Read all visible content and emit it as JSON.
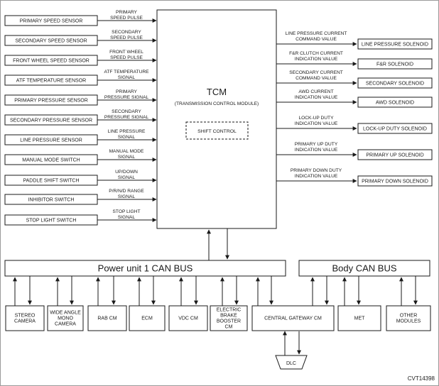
{
  "tcm": {
    "title": "TCM",
    "subtitle": "(TRANSMISSION CONTROL MODULE)",
    "inner": "SHIFT CONTROL"
  },
  "inputs": [
    {
      "box": "PRIMARY SPEED SENSOR",
      "signal": [
        "PRIMARY",
        "SPEED PULSE"
      ]
    },
    {
      "box": "SECONDARY SPEED SENSOR",
      "signal": [
        "SECONDARY",
        "SPEED PULSE"
      ]
    },
    {
      "box": "FRONT WHEEL SPEED SENSOR",
      "signal": [
        "FRONT WHEEL",
        "SPEED PULSE"
      ]
    },
    {
      "box": "ATF TEMPERATURE SENSOR",
      "signal": [
        "ATF TEMPERATURE",
        "SIGNAL"
      ]
    },
    {
      "box": "PRIMARY PRESSURE SENSOR",
      "signal": [
        "PRIMARY",
        "PRESSURE SIGNAL"
      ]
    },
    {
      "box": "SECONDARY PRESSURE SENSOR",
      "signal": [
        "SECONDARY",
        "PRESSURE SIGNAL"
      ]
    },
    {
      "box": "LINE PRESSURE SENSOR",
      "signal": [
        "LINE PRESSURE",
        "SIGNAL"
      ]
    },
    {
      "box": "MANUAL MODE SWITCH",
      "signal": [
        "MANUAL MODE",
        "SIGNAL"
      ]
    },
    {
      "box": "PADDLE SHIFT SWITCH",
      "signal": [
        "UP/DOWN",
        "SIGNAL"
      ]
    },
    {
      "box": "INHIBITOR SWITCH",
      "signal": [
        "P/R/N/D RANGE",
        "SIGNAL"
      ]
    },
    {
      "box": "STOP LIGHT SWITCH",
      "signal": [
        "STOP LIGHT",
        "SIGNAL"
      ]
    }
  ],
  "outputs": [
    {
      "box": "LINE PRESSURE SOLENOID",
      "signal": [
        "LINE PRESSURE CURRENT",
        "COMMAND VALUE"
      ]
    },
    {
      "box": "F&R SOLENOID",
      "signal": [
        "F&R CLUTCH CURRENT",
        "INDICATION VALUE"
      ]
    },
    {
      "box": "SECONDARY SOLENOID",
      "signal": [
        "SECONDARY CURRENT",
        "COMMAND VALUE"
      ]
    },
    {
      "box": "AWD SOLENOID",
      "signal": [
        "AWD CURRENT",
        "INDICATION VALUE"
      ]
    },
    {
      "box": "LOCK-UP DUTY SOLENOID",
      "signal": [
        "LOCK-UP DUTY",
        "INDICATION VALUE"
      ]
    },
    {
      "box": "PRIMARY UP SOLENOID",
      "signal": [
        "PRIMARY UP DUTY",
        "INDICATION VALUE"
      ]
    },
    {
      "box": "PRIMARY DOWN SOLENOID",
      "signal": [
        "PRIMARY DOWN DUTY",
        "INDICATION VALUE"
      ]
    }
  ],
  "buses": {
    "power": "Power unit 1 CAN BUS",
    "body": "Body CAN BUS"
  },
  "modules": [
    {
      "lines": [
        "STEREO",
        "CAMERA"
      ]
    },
    {
      "lines": [
        "WIDE ANGLE",
        "MONO",
        "CAMERA"
      ]
    },
    {
      "lines": [
        "RAB CM"
      ]
    },
    {
      "lines": [
        "ECM"
      ]
    },
    {
      "lines": [
        "VDC CM"
      ]
    },
    {
      "lines": [
        "ELECTRIC",
        "BRAKE",
        "BOOSTER",
        "CM"
      ]
    },
    {
      "lines": [
        "CENTRAL GATEWAY CM"
      ]
    },
    {
      "lines": [
        "MET"
      ]
    },
    {
      "lines": [
        "OTHER",
        "MODULES"
      ]
    }
  ],
  "dlc": "DLC",
  "figure_code": "CVT14398"
}
